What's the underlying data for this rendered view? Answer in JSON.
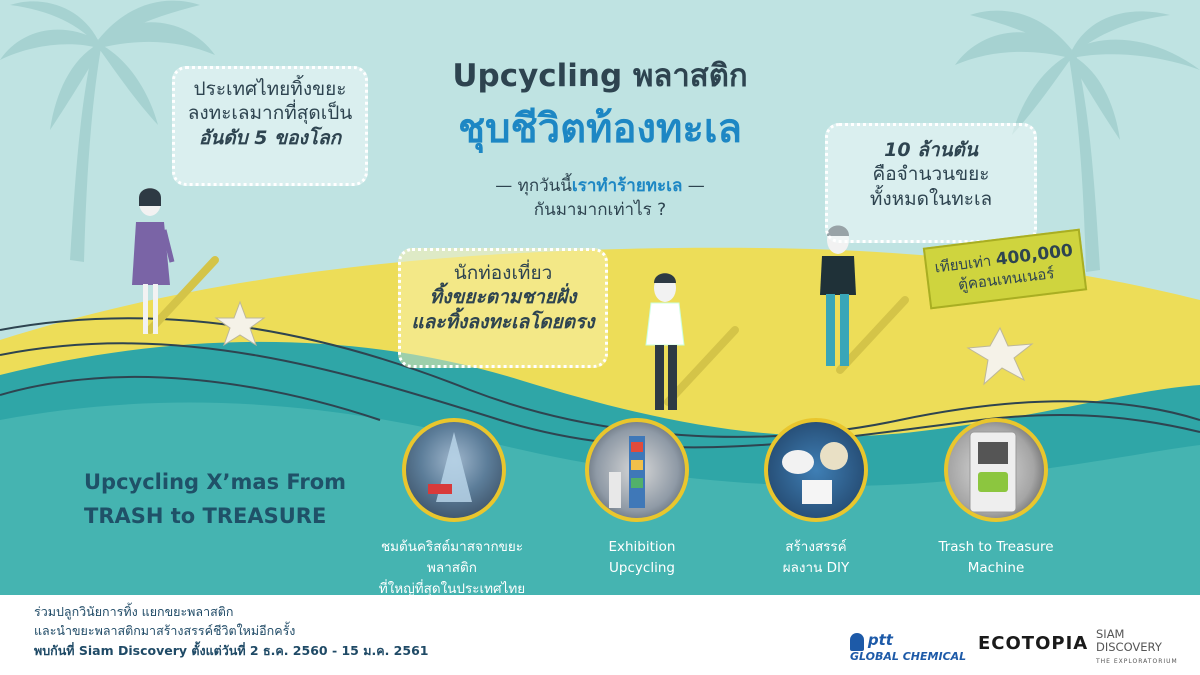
{
  "header": {
    "title_line1": "Upcycling พลาสติก",
    "title_line2": "ชุบชีวิตท้องทะเล",
    "subtitle_prefix": "— ทุกวันนี้",
    "subtitle_emphasis": "เราทำร้ายทะเล",
    "subtitle_suffix": " —",
    "subtitle_line2": "กันมามากเท่าไร ?"
  },
  "facts": {
    "box1": {
      "line1": "ประเทศไทยทิ้งขยะ",
      "line2": "ลงทะเลมากที่สุดเป็น",
      "line3": "อันดับ 5 ของโลก"
    },
    "box2": {
      "line1": "นักท่องเที่ยว",
      "line2": "ทิ้งขยะตามชายฝั่ง",
      "line3": "และทิ้งลงทะเลโดยตรง"
    },
    "box3": {
      "line1": "10 ล้านตัน",
      "line2": "คือจำนวนขยะ",
      "line3": "ทั้งหมดในทะเล"
    },
    "sign": {
      "prefix": "เทียบเท่า ",
      "number": "400,000",
      "line2": "ตู้คอนเทนเนอร์"
    }
  },
  "event": {
    "line1": "Upcycling X’mas From",
    "line2": "TRASH to TREASURE"
  },
  "activities": [
    {
      "line1": "ชมต้นคริสต์มาสจากขยะพลาสติก",
      "line2": "ที่ใหญ่ที่สุดในประเทศไทย",
      "icon": "christmas-tree-photo"
    },
    {
      "line1": "Exhibition",
      "line2": "Upcycling",
      "icon": "exhibition-photo"
    },
    {
      "line1": "สร้างสรรค์",
      "line2": "ผลงาน DIY",
      "icon": "diy-photo"
    },
    {
      "line1": "Trash to Treasure",
      "line2": "Machine",
      "icon": "machine-photo"
    }
  ],
  "footer": {
    "line1": "ร่วมปลูกวินัยการทิ้ง แยกขยะพลาสติก",
    "line2": "และนำขยะพลาสติกมาสร้างสรรค์ชีวิตใหม่อีกครั้ง",
    "line3": "พบกันที่ Siam Discovery ตั้งแต่วันที่ 2 ธ.ค. 2560 -  15 ม.ค. 2561"
  },
  "logos": {
    "ptt_top": "ptt",
    "ptt_bottom": "GLOBAL CHEMICAL",
    "ecotopia": "ECOTOPIA",
    "siam_top": "SIAM",
    "siam_mid": "DISCOVERY",
    "siam_bottom": "THE EXPLORATORIUM"
  },
  "colors": {
    "sky": "#bfe3e2",
    "sand": "#eddd58",
    "sea": "#2fa6a7",
    "title_blue": "#1d87c4",
    "text_dark": "#2e4450",
    "accent_yellow": "#e9c62d"
  }
}
